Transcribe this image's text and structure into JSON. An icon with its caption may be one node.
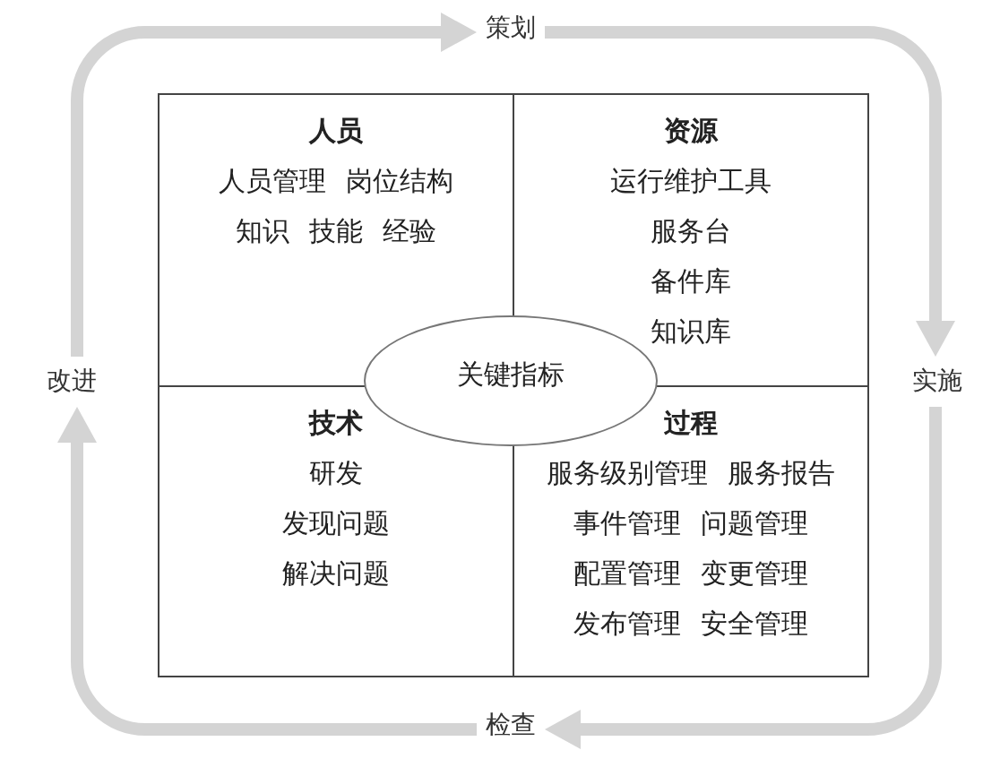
{
  "diagram": {
    "nodes": [
      {
        "text": [
          "策划"
        ]
      },
      {
        "text": [
          "人员",
          "人员管理 岗位结构",
          "知识 技能 经验"
        ]
      },
      {
        "text": [
          "资源",
          "运行维护工具",
          "服务台",
          "备件库",
          "知识库"
        ]
      },
      {
        "text": [
          "改进"
        ]
      },
      {
        "text": [
          "关键指标"
        ]
      },
      {
        "text": [
          "实施"
        ]
      },
      {
        "text": [
          "技术",
          "研发",
          "发现问题",
          "解决问题"
        ]
      },
      {
        "text": [
          "过程",
          "服务级别管理 服务报告",
          "事件管理 问题管理",
          "配置管理 变更管理",
          "发布管理 安全管理"
        ]
      },
      {
        "text": [
          "检查"
        ]
      }
    ],
    "edges": [
      {
        "from": 3,
        "to": 0,
        "arrow": "to"
      },
      {
        "from": 0,
        "to": 5,
        "arrow": "to"
      },
      {
        "from": 5,
        "to": 8,
        "arrow": "to"
      },
      {
        "from": 8,
        "to": 3,
        "arrow": "to"
      }
    ]
  }
}
